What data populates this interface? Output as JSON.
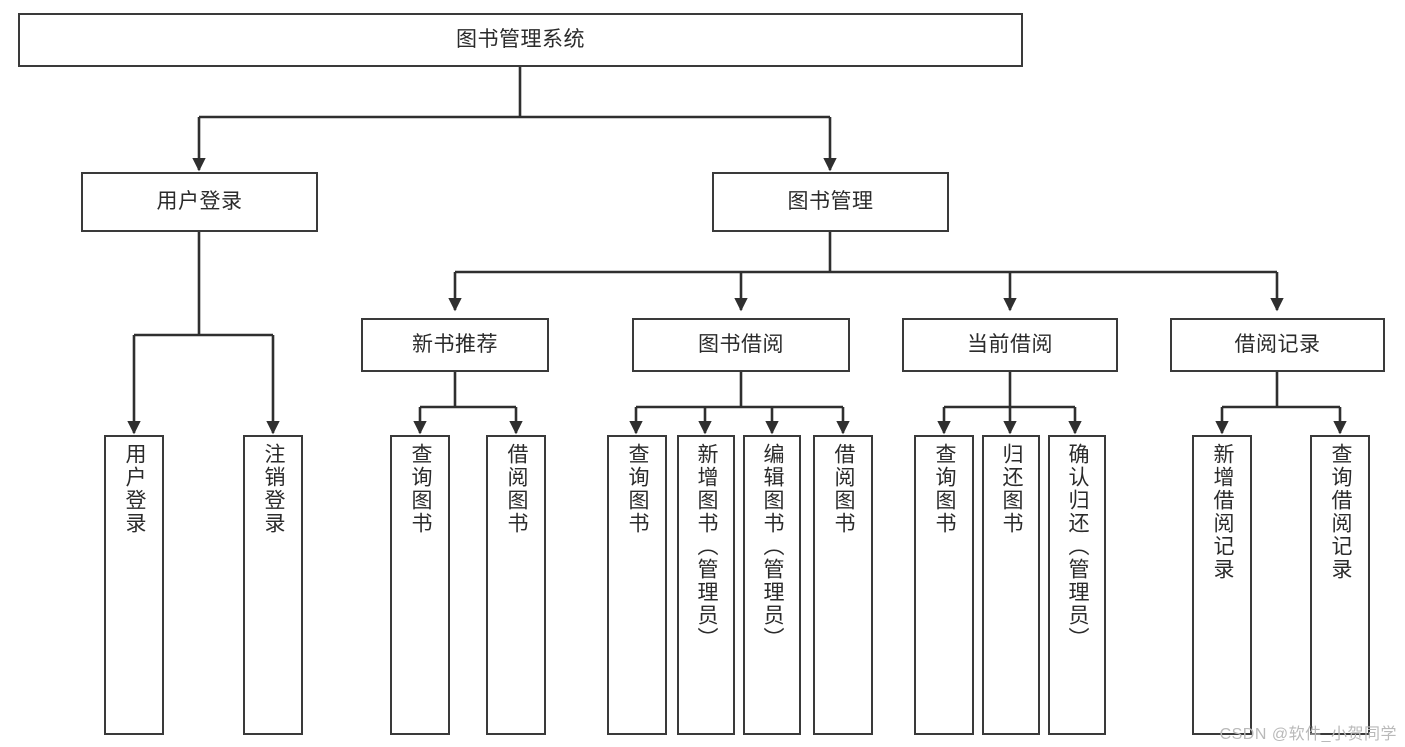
{
  "diagram": {
    "type": "tree",
    "title": "图书管理系统",
    "watermark": "CSDN @软件_小贺同学",
    "colors": {
      "stroke": "#3a3a3a",
      "fill": "#ffffff",
      "text": "#2b2b2b",
      "watermark": "#b9b9b9"
    },
    "levels": {
      "root": {
        "label": "图书管理系统"
      },
      "level1": [
        {
          "id": "user-login",
          "label": "用户登录"
        },
        {
          "id": "book-management",
          "label": "图书管理"
        }
      ],
      "level2": [
        {
          "id": "new-book-recommend",
          "label": "新书推荐",
          "parent": "book-management"
        },
        {
          "id": "book-borrow",
          "label": "图书借阅",
          "parent": "book-management"
        },
        {
          "id": "current-borrow",
          "label": "当前借阅",
          "parent": "book-management"
        },
        {
          "id": "borrow-record",
          "label": "借阅记录",
          "parent": "book-management"
        }
      ],
      "leaves": [
        {
          "id": "leaf-user-login",
          "label": "用户登录",
          "parent": "user-login"
        },
        {
          "id": "leaf-logout-login",
          "label": "注销登录",
          "parent": "user-login"
        },
        {
          "id": "leaf-query-book-1",
          "label": "查询图书",
          "parent": "new-book-recommend"
        },
        {
          "id": "leaf-borrow-book-1",
          "label": "借阅图书",
          "parent": "new-book-recommend"
        },
        {
          "id": "leaf-query-book-2",
          "label": "查询图书",
          "parent": "book-borrow"
        },
        {
          "id": "leaf-add-book",
          "label": "新增图书（管理员）",
          "parent": "book-borrow"
        },
        {
          "id": "leaf-edit-book",
          "label": "编辑图书（管理员）",
          "parent": "book-borrow"
        },
        {
          "id": "leaf-borrow-book-2",
          "label": "借阅图书",
          "parent": "book-borrow"
        },
        {
          "id": "leaf-query-book-3",
          "label": "查询图书",
          "parent": "current-borrow"
        },
        {
          "id": "leaf-return-book",
          "label": "归还图书",
          "parent": "current-borrow"
        },
        {
          "id": "leaf-confirm-return",
          "label": "确认归还（管理员）",
          "parent": "current-borrow"
        },
        {
          "id": "leaf-add-record",
          "label": "新增借阅记录",
          "parent": "borrow-record"
        },
        {
          "id": "leaf-query-record",
          "label": "查询借阅记录",
          "parent": "borrow-record"
        }
      ]
    }
  }
}
